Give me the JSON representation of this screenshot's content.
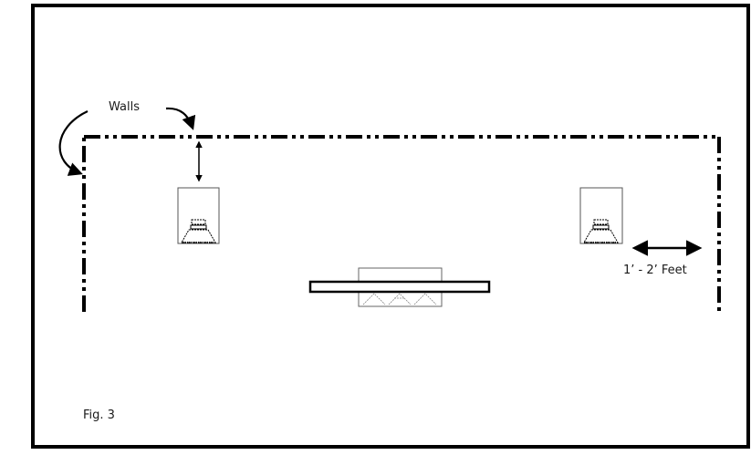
{
  "labels": {
    "walls": "Walls",
    "distance": "1’ - 2’ Feet",
    "figure": "Fig. 3"
  },
  "colors": {
    "ink": "#000000",
    "border": "#000000",
    "thin_line": "#555555",
    "background": "#ffffff"
  }
}
